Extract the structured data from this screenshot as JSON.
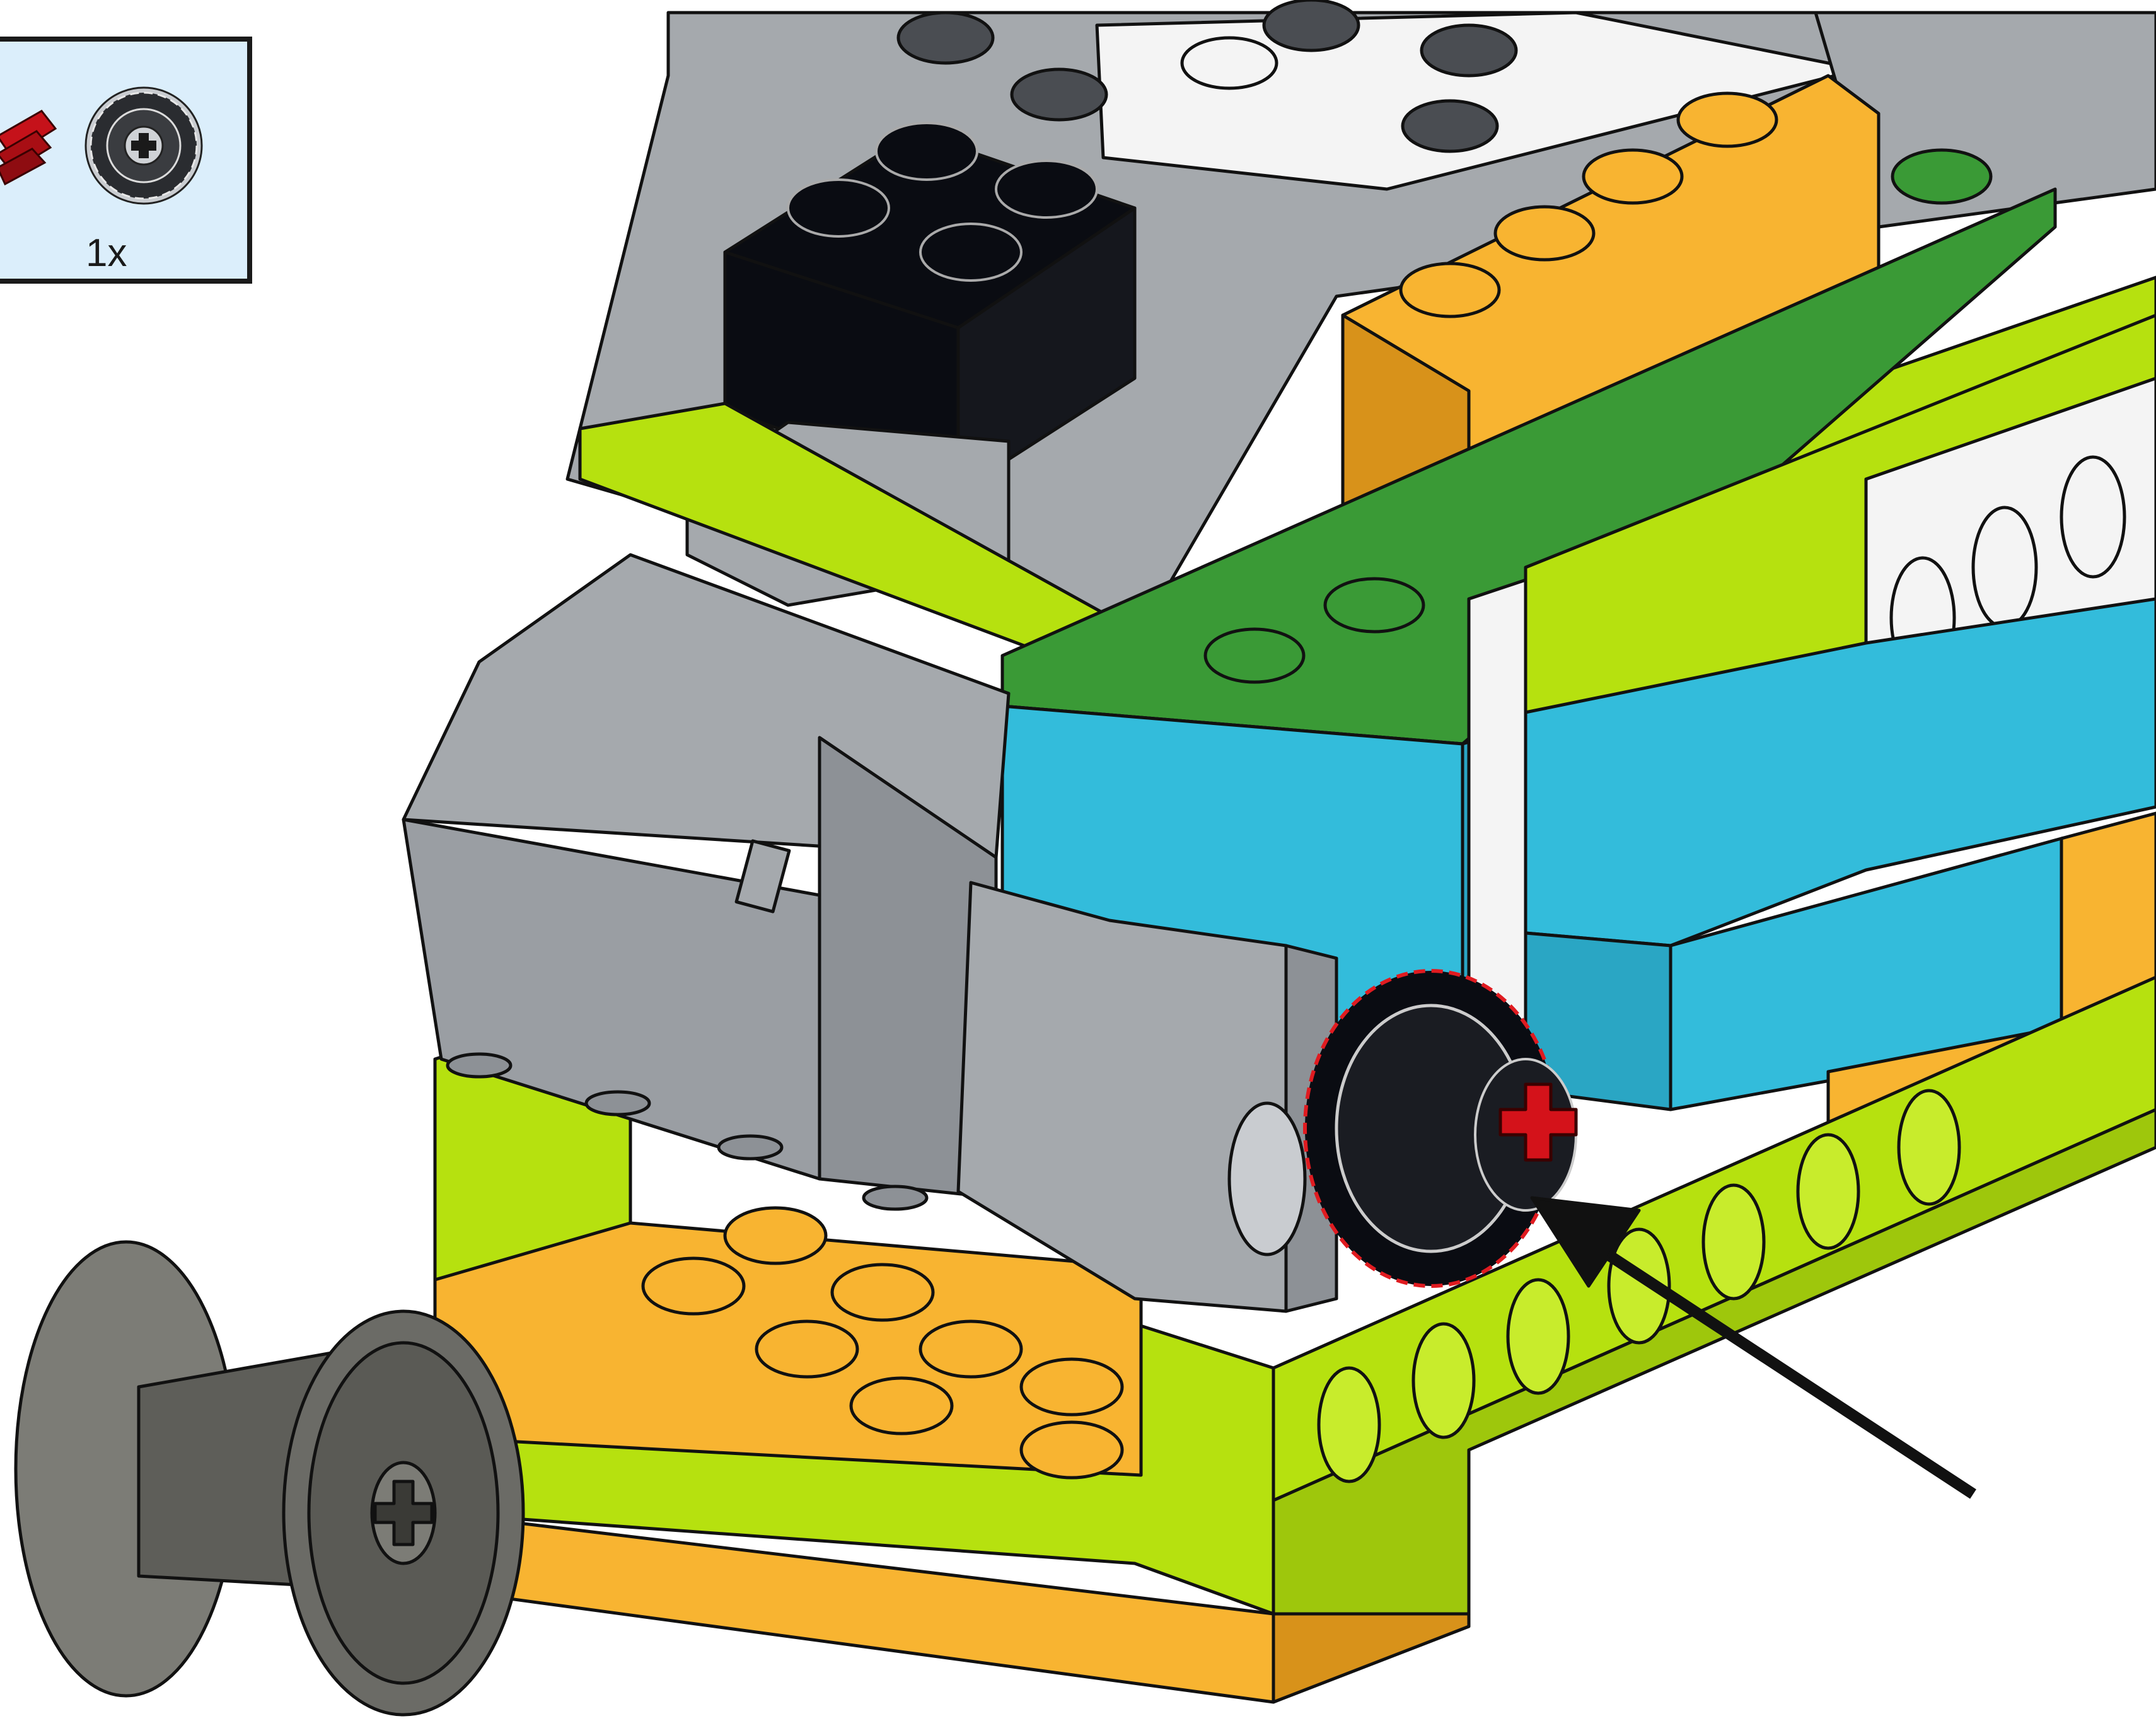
{
  "callout": {
    "quantity_label": "1x",
    "parts": [
      "red-axle",
      "black-gear"
    ]
  },
  "colors": {
    "lime": "#b6e10f",
    "lime_dark": "#8fb40a",
    "orange": "#f8b431",
    "orange_dark": "#d8921a",
    "light_gray": "#a5a9ad",
    "mid_gray": "#8d9196",
    "dark_gray": "#6b6b66",
    "black": "#0a0c12",
    "white": "#f4f4f4",
    "azure": "#33bcdb",
    "green": "#3a9a36",
    "red": "#d4121a",
    "callout_bg": "#dbeefb"
  }
}
